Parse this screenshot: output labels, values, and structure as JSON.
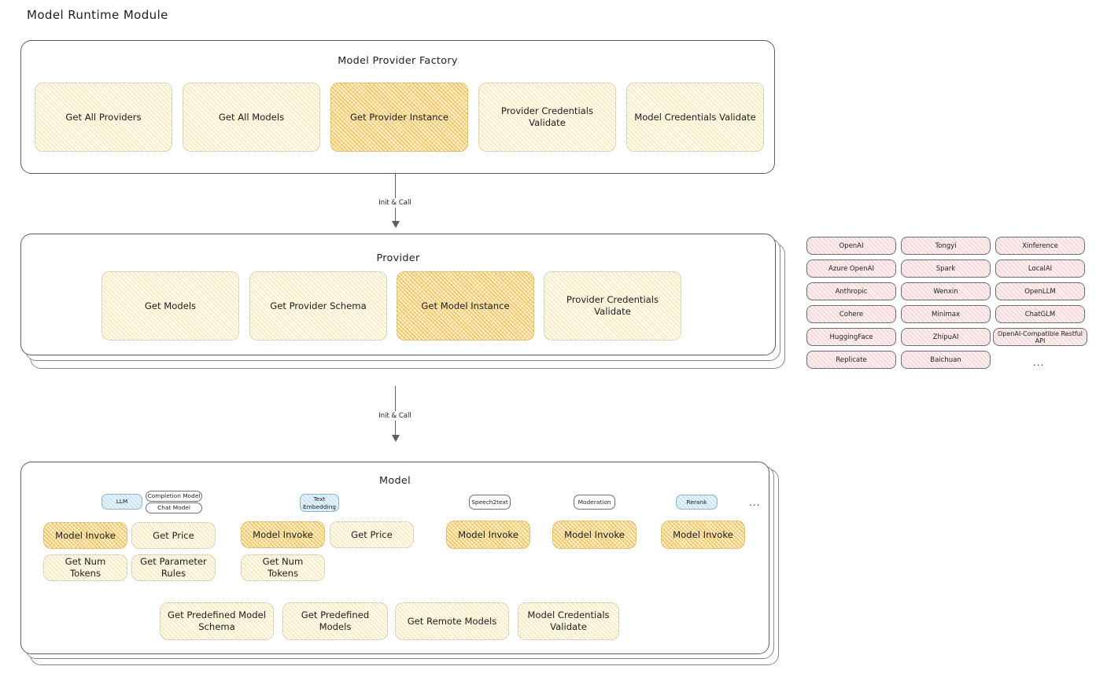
{
  "page": {
    "title": "Model Runtime Module"
  },
  "factory": {
    "title": "Model Provider Factory",
    "items": [
      {
        "label": "Get All Providers",
        "emphasis": "light"
      },
      {
        "label": "Get All Models",
        "emphasis": "light"
      },
      {
        "label": "Get Provider Instance",
        "emphasis": "strong"
      },
      {
        "label": "Provider Credentials Validate",
        "emphasis": "light"
      },
      {
        "label": "Model Credentials Validate",
        "emphasis": "light"
      }
    ]
  },
  "arrow1": {
    "label": "Init & Call"
  },
  "provider": {
    "title": "Provider",
    "items": [
      {
        "label": "Get Models",
        "emphasis": "light"
      },
      {
        "label": "Get Provider Schema",
        "emphasis": "light"
      },
      {
        "label": "Get Model Instance",
        "emphasis": "strong"
      },
      {
        "label": "Provider Credentials Validate",
        "emphasis": "light"
      }
    ]
  },
  "provider_list": {
    "columns": [
      [
        "OpenAI",
        "Azure OpenAI",
        "Anthropic",
        "Cohere",
        "HuggingFace",
        "Replicate"
      ],
      [
        "Tongyi",
        "Spark",
        "Wenxin",
        "Minimax",
        "ZhipuAI",
        "Baichuan"
      ],
      [
        "Xinference",
        "LocalAI",
        "OpenLLM",
        "ChatGLM",
        "OpenAI-Compatible Restful API"
      ]
    ],
    "more": "..."
  },
  "arrow2": {
    "label": "Init & Call"
  },
  "model": {
    "title": "Model",
    "more": "...",
    "types": [
      {
        "name": "LLM",
        "style": "blue",
        "sub": [
          "Completion Model",
          "Chat Model"
        ],
        "ops_row1": [
          {
            "label": "Model Invoke",
            "emphasis": "strong"
          },
          {
            "label": "Get Price",
            "emphasis": "light"
          }
        ],
        "ops_row2": [
          {
            "label": "Get Num Tokens",
            "emphasis": "light"
          },
          {
            "label": "Get Parameter Rules",
            "emphasis": "light"
          }
        ]
      },
      {
        "name": "Text Embedding",
        "style": "blue",
        "sub": [],
        "ops_row1": [
          {
            "label": "Model Invoke",
            "emphasis": "strong"
          },
          {
            "label": "Get Price",
            "emphasis": "light"
          }
        ],
        "ops_row2": [
          {
            "label": "Get Num Tokens",
            "emphasis": "light"
          }
        ]
      },
      {
        "name": "Speech2text",
        "style": "plain",
        "sub": [],
        "ops_row1": [
          {
            "label": "Model Invoke",
            "emphasis": "strong"
          }
        ],
        "ops_row2": []
      },
      {
        "name": "Moderation",
        "style": "plain",
        "sub": [],
        "ops_row1": [
          {
            "label": "Model Invoke",
            "emphasis": "strong"
          }
        ],
        "ops_row2": []
      },
      {
        "name": "Rerank",
        "style": "blue",
        "sub": [],
        "ops_row1": [
          {
            "label": "Model Invoke",
            "emphasis": "strong"
          }
        ],
        "ops_row2": []
      }
    ],
    "common_ops": [
      {
        "label": "Get Predefined Model Schema"
      },
      {
        "label": "Get Predefined Models"
      },
      {
        "label": "Get Remote Models"
      },
      {
        "label": "Model Credentials Validate"
      }
    ]
  },
  "colors": {
    "stroke": "#5c5f66",
    "highlight_fill": "#fdefcd",
    "light_fill": "#fdf8e7",
    "provider_chip_fill": "#fdeeee",
    "badge_blue_fill": "#e3f1fa"
  }
}
